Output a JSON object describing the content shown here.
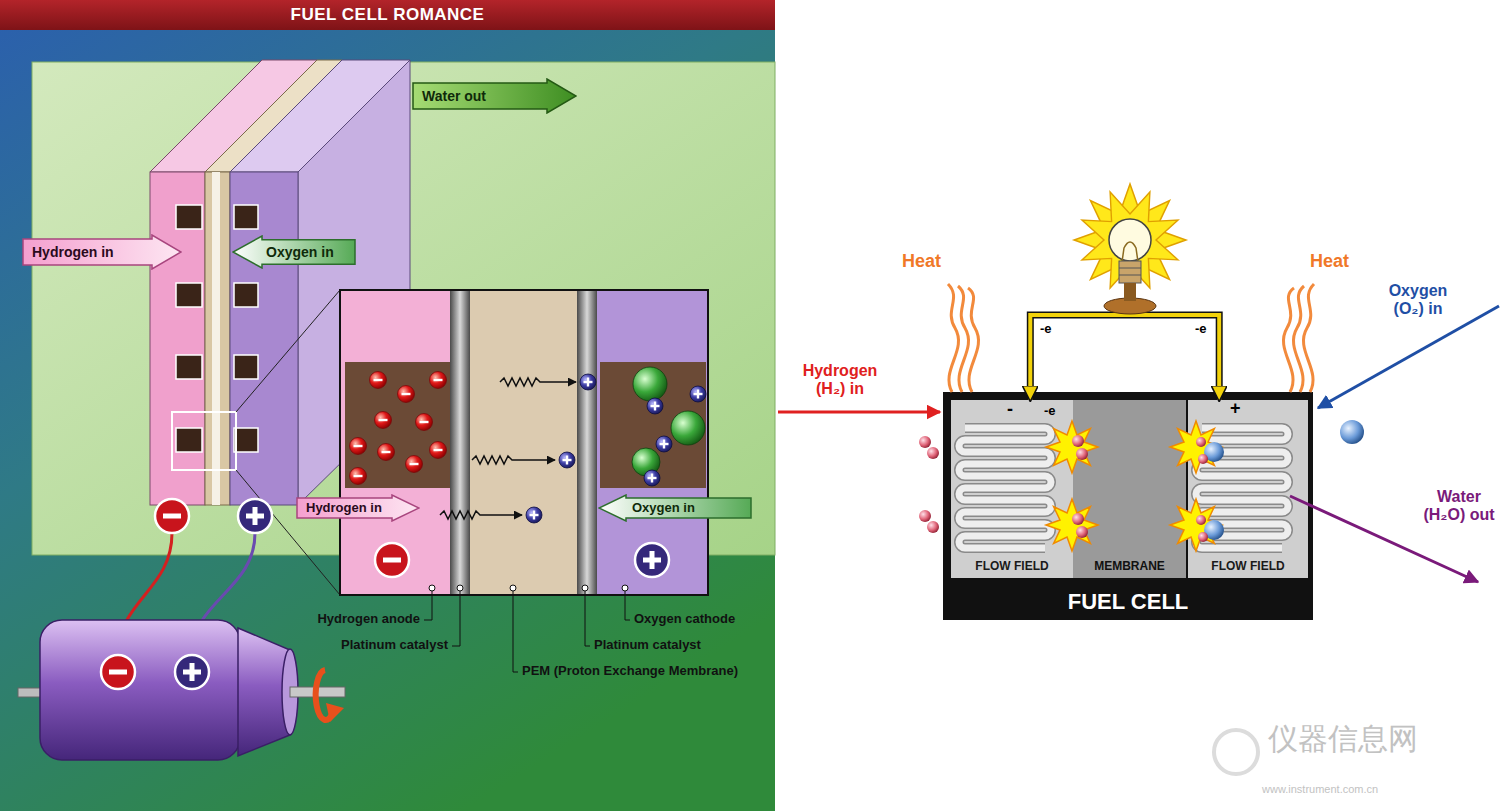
{
  "diagram": {
    "title": "FUEL CELL ROMANCE",
    "nodes": [
      {
        "text": [
          "Water out"
        ]
      },
      {
        "text": [
          "Hydrogen in"
        ]
      },
      {
        "text": [
          "Oxygen in"
        ]
      },
      {
        "text": [
          "Hydrogen in"
        ]
      },
      {
        "text": [
          "Oxygen in"
        ]
      },
      {
        "text": [
          "FUEL CELL"
        ]
      },
      {
        "text": [
          "FLOW FIELD"
        ],
        "in": 5
      },
      {
        "text": [
          "MEMBRANE"
        ],
        "in": 5
      },
      {
        "text": [
          "FLOW FIELD"
        ],
        "in": 5
      }
    ],
    "edges": [
      {
        "from": 6,
        "to": 8,
        "arrow": "both"
      }
    ],
    "labels": [
      "Hydrogen anode",
      "Platinum catalyst",
      "PEM (Proton Exchange Membrane)",
      "Platinum catalyst",
      "Oxygen cathode",
      "Heat",
      "Heat",
      "Hydrogen (H₂) in",
      "Oxygen (O₂) in",
      "Water (H₂O) out",
      "-e",
      "-e",
      "-e",
      "-",
      "+",
      "仪器信息网",
      "www.instrument.com.cn"
    ]
  }
}
